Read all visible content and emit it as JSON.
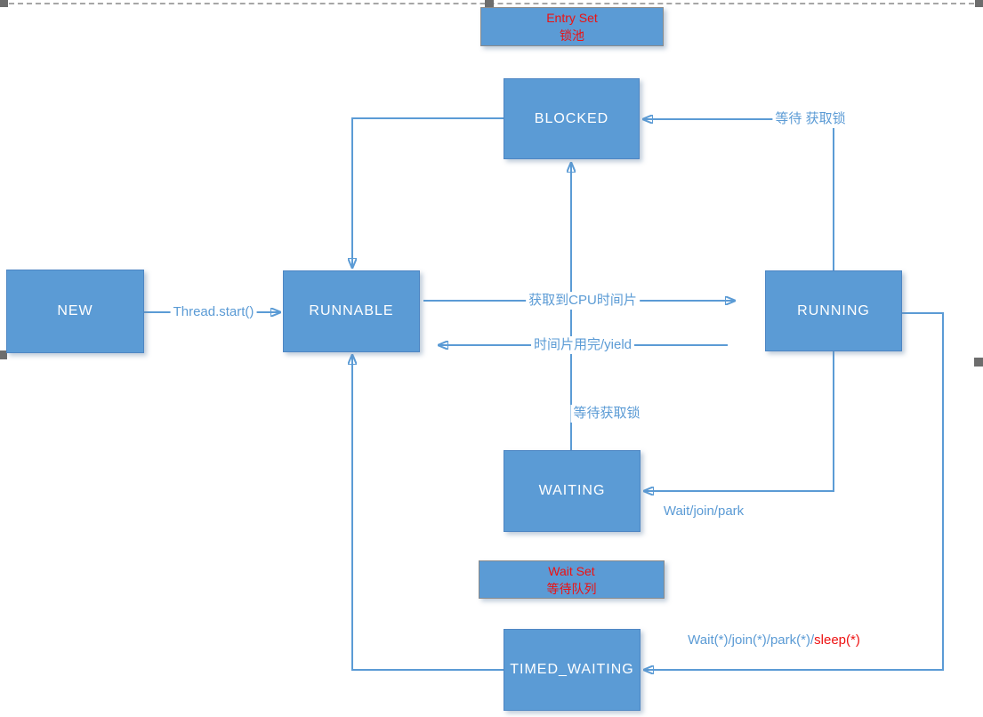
{
  "colors": {
    "box_fill": "#5b9bd5",
    "connector": "#5b9bd5",
    "label_blue": "#5b9bd5",
    "label_red": "#ee1111",
    "box_text": "#ffffff",
    "handle_gray": "#6d6d6d"
  },
  "nodes": {
    "entry_set": {
      "line1": "Entry Set",
      "line2": "锁池"
    },
    "blocked": {
      "label": "BLOCKED"
    },
    "new": {
      "label": "NEW"
    },
    "runnable": {
      "label": "RUNNABLE"
    },
    "running": {
      "label": "RUNNING"
    },
    "waiting": {
      "label": "WAITING"
    },
    "wait_set": {
      "line1": "Wait Set",
      "line2": "等待队列"
    },
    "timed_waiting": {
      "label": "TIMED_WAITING"
    }
  },
  "edges": {
    "thread_start": "Thread.start()",
    "acquire_cpu": "获取到CPU时间片",
    "yield": "时间片用完/yield",
    "wait_lock_top": "等待 获取锁",
    "wait_lock_mid": "等待获取锁",
    "wait_join_park": "Wait/join/park",
    "timed_blue": "Wait(*)/join(*)/park(*)/",
    "timed_red": "sleep(*)"
  }
}
